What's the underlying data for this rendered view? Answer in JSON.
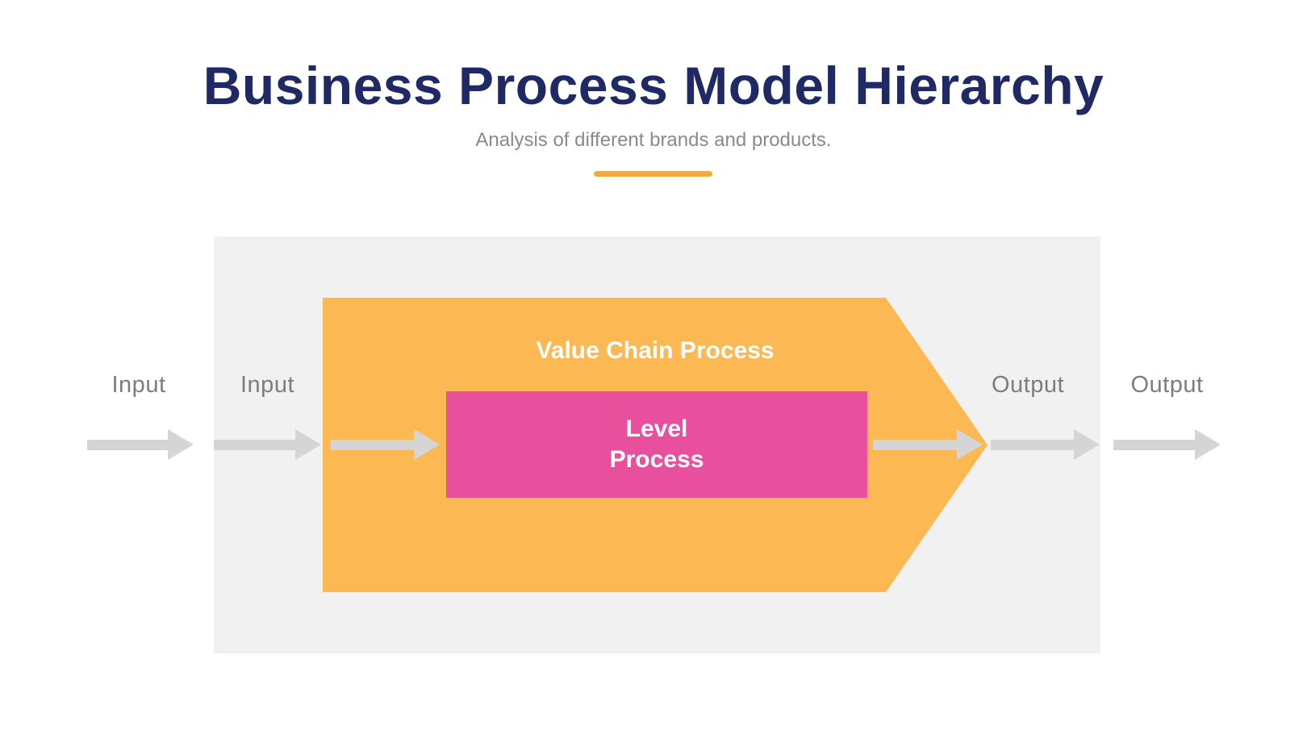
{
  "header": {
    "title": "Business Process Model Hierarchy",
    "subtitle": "Analysis of different brands and products."
  },
  "diagram": {
    "value_chain_label": "Value Chain Process",
    "level_label": "Level\nProcess",
    "input_labels": [
      "Input",
      "Input"
    ],
    "output_labels": [
      "Output",
      "Output"
    ]
  },
  "colors": {
    "title_navy": "#1f2a64",
    "subtitle_gray": "#8a8a8a",
    "divider_orange": "#f2ab44",
    "panel_gray": "#f1f1f1",
    "pentagon_orange": "#fbb853",
    "level_box_pink": "#e84f9c",
    "arrow_gray": "#d5d5d5",
    "io_label_gray": "#7d7d7d",
    "shape_text_white": "#ffffff"
  }
}
